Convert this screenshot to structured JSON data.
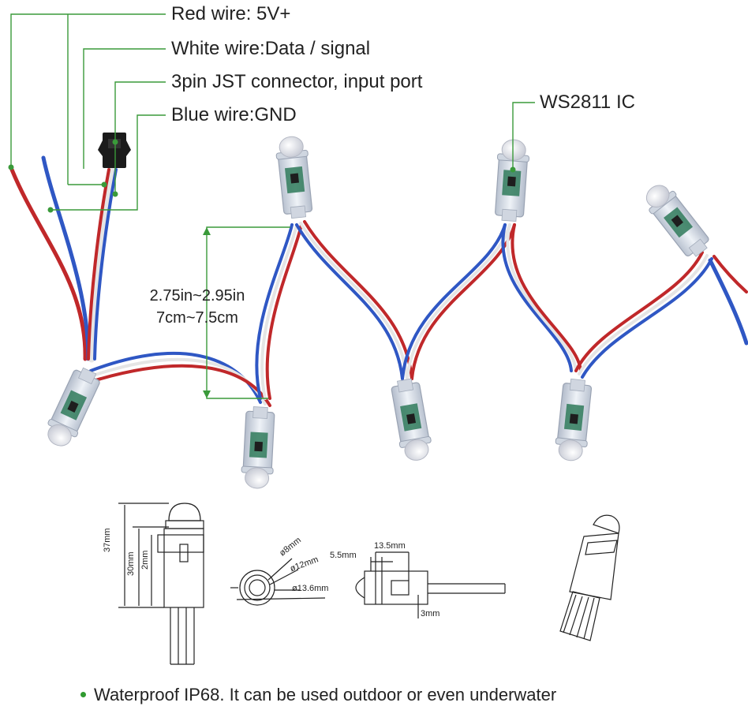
{
  "callouts": {
    "red_wire": "Red wire: 5V+",
    "white_wire": "White wire:Data / signal",
    "connector": "3pin JST connector, input port",
    "blue_wire": "Blue wire:GND",
    "ic": "WS2811 IC"
  },
  "spacing": {
    "inches": "2.75in~2.95in",
    "cm": "7cm~7.5cm"
  },
  "dimensions": {
    "total_height": "37mm",
    "body_height": "30mm",
    "cap": "2mm",
    "dia_8": "ø8mm",
    "dia_12": "ø12mm",
    "dia_13_6": "ø13.6mm",
    "width_5_5": "5.5mm",
    "width_13_5": "13.5mm",
    "depth_3": "3mm"
  },
  "footer": "Waterproof IP68.  It can be used outdoor or even underwater",
  "colors": {
    "callout_line": "#3a9a3a",
    "red_wire": "#c0282a",
    "white_wire": "#e8e8e8",
    "blue_wire": "#2f57c4",
    "pixel_body": "#d7dde6",
    "pcb": "#2f7a5a"
  }
}
